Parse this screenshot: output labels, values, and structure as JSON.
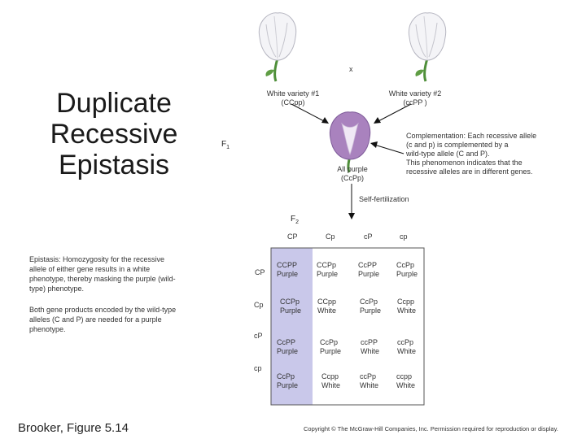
{
  "title_lines": [
    "Duplicate",
    "Recessive",
    "Epistasis"
  ],
  "cross_symbol": "x",
  "parent1": {
    "name": "White variety #1",
    "genotype": "(CCpp)"
  },
  "parent2": {
    "name": "White variety #2",
    "genotype": "(ccPP )"
  },
  "f1_label": "F",
  "f1_sub": "1",
  "f1_result": {
    "phenotype": "All purple",
    "genotype": "(CcPp)"
  },
  "complementation_note": [
    "Complementation: Each recessive allele",
    "(c and p) is complemented by a",
    "wild-type allele (C and P).",
    "This phenomenon indicates that the",
    "recessive alleles are in different genes."
  ],
  "self_fertilization": "Self-fertilization",
  "f2_label": "F",
  "f2_sub": "2",
  "epistasis_text": [
    "Epistasis: Homozygosity for the recessive",
    "allele of either gene results in a white",
    "phenotype, thereby masking the purple (wild-",
    "type) phenotype."
  ],
  "gene_products_text": [
    "Both gene products encoded by the wild-type",
    "alleles (C and P) are needed for a purple",
    "phenotype."
  ],
  "gametes": [
    "CP",
    "Cp",
    "cP",
    "cp"
  ],
  "punnett": [
    [
      {
        "g": "CCPP",
        "p": "Purple"
      },
      {
        "g": "CCPp",
        "p": "Purple"
      },
      {
        "g": "CcPP",
        "p": "Purple"
      },
      {
        "g": "CcPp",
        "p": "Purple"
      }
    ],
    [
      {
        "g": "CCPp",
        "p": "Purple"
      },
      {
        "g": "CCpp",
        "p": "White"
      },
      {
        "g": "CcPp",
        "p": "Purple"
      },
      {
        "g": "Ccpp",
        "p": "White"
      }
    ],
    [
      {
        "g": "CcPP",
        "p": "Purple"
      },
      {
        "g": "CcPp",
        "p": "Purple"
      },
      {
        "g": "ccPP",
        "p": "White"
      },
      {
        "g": "ccPp",
        "p": "White"
      }
    ],
    [
      {
        "g": "CcPp",
        "p": "Purple"
      },
      {
        "g": "Ccpp",
        "p": "White"
      },
      {
        "g": "ccPp",
        "p": "White"
      },
      {
        "g": "ccpp",
        "p": "White"
      }
    ]
  ],
  "credit": "Brooker, Figure 5.14",
  "copyright": "Copyright © The McGraw-Hill Companies, Inc. Permission required for reproduction or display.",
  "colors": {
    "purple_flower": "#a982be",
    "purple_cell": "#c9c8ea",
    "white_flower": "#f3f3f5",
    "stem": "#4f8f3a"
  }
}
